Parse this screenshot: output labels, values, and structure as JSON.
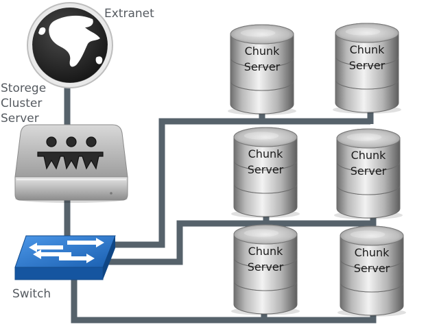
{
  "extranet": {
    "label": "Extranet",
    "icon": "globe-icon"
  },
  "storage_cluster_server": {
    "label_lines": [
      "Storege",
      "Cluster",
      "Server"
    ],
    "icon": "network-people-icon"
  },
  "switch": {
    "label": "Switch",
    "icon": "switch-arrows-icon"
  },
  "chunk_servers": [
    {
      "line1": "Chunk",
      "line2": "Server"
    },
    {
      "line1": "Chunk",
      "line2": "Server"
    },
    {
      "line1": "Chunk",
      "line2": "Server"
    },
    {
      "line1": "Chunk",
      "line2": "Server"
    },
    {
      "line1": "Chunk",
      "line2": "Server"
    },
    {
      "line1": "Chunk",
      "line2": "Server"
    }
  ],
  "colors": {
    "cable": "#56626b",
    "switch_blue": "#1f6fc9",
    "globe_dark": "#2b2b2b",
    "label_text": "#555a60"
  }
}
